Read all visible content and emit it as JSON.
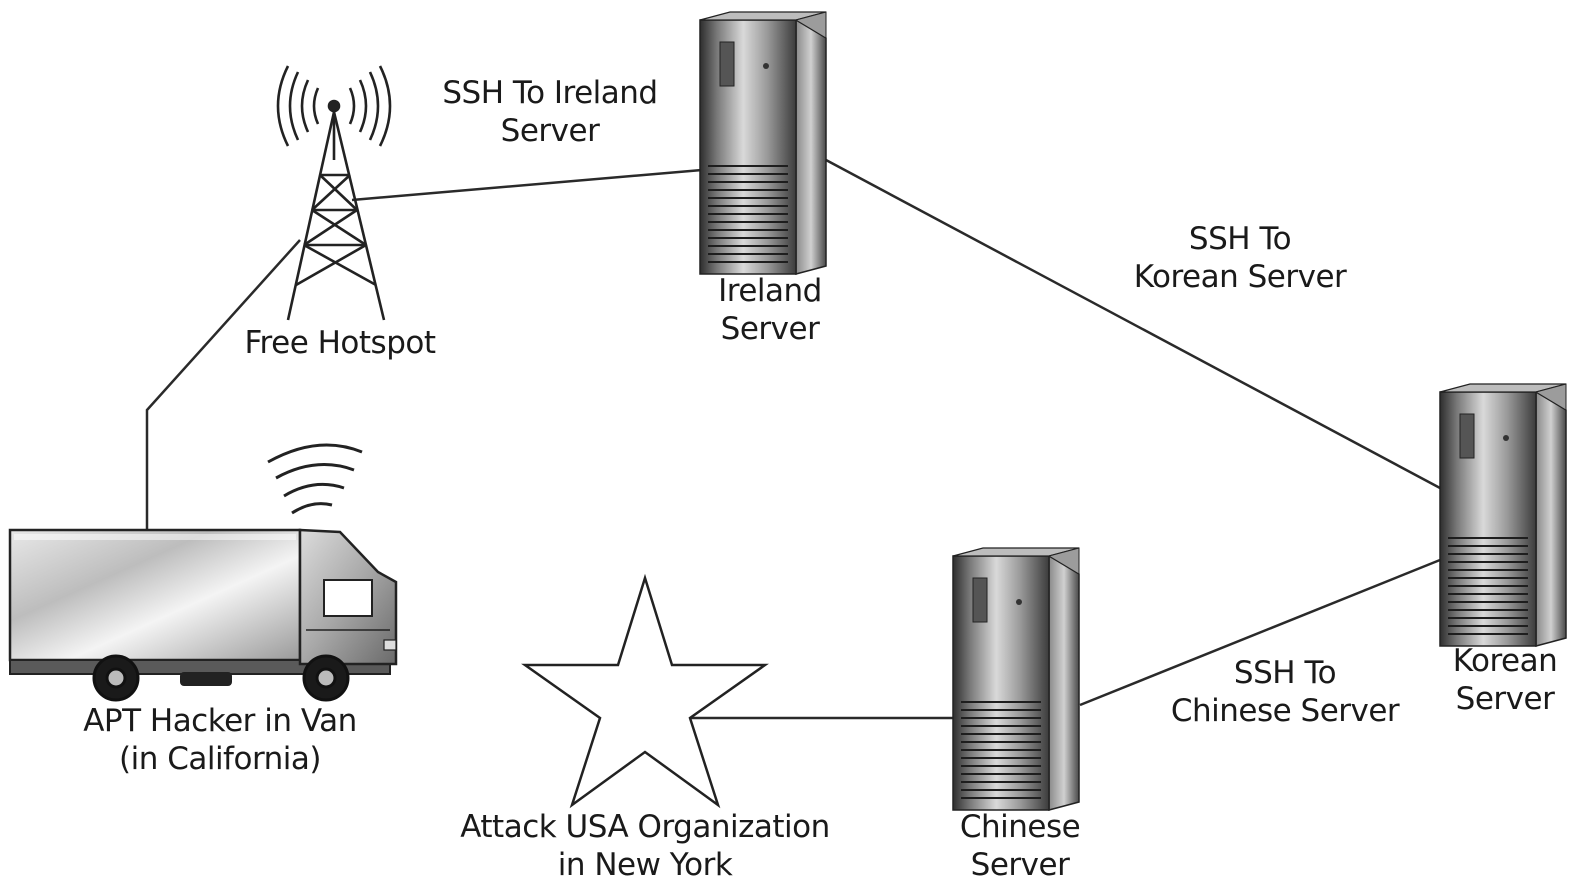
{
  "diagram": {
    "nodes": {
      "hotspot": {
        "label": "Free Hotspot",
        "icon": "radio-tower-icon"
      },
      "van": {
        "label_line1": "APT Hacker in Van",
        "label_line2": "(in California)",
        "icon": "truck-icon"
      },
      "ireland": {
        "label_line1": "Ireland",
        "label_line2": "Server",
        "icon": "server-tower-icon"
      },
      "korea": {
        "label_line1": "Korean",
        "label_line2": "Server",
        "icon": "server-tower-icon"
      },
      "china": {
        "label_line1": "Chinese",
        "label_line2": "Server",
        "icon": "server-tower-icon"
      },
      "target": {
        "label_line1": "Attack USA Organization",
        "label_line2": "in New York",
        "icon": "star-icon"
      }
    },
    "edges": {
      "hotspot_ireland": {
        "label_line1": "SSH To Ireland",
        "label_line2": "Server"
      },
      "ireland_korea": {
        "label_line1": "SSH To",
        "label_line2": "Korean Server"
      },
      "korea_china": {
        "label_line1": "SSH To",
        "label_line2": "Chinese Server"
      }
    },
    "colors": {
      "line": "#2a2a2a",
      "text": "#1a1a1a",
      "metal_light": "#e8e8e8",
      "metal_dark": "#3a3a3a"
    }
  }
}
